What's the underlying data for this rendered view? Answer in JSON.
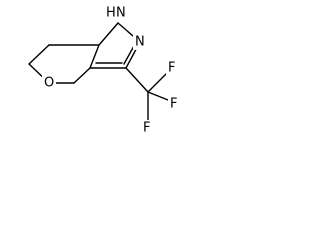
{
  "molecule": {
    "atoms": {
      "nh": "N",
      "nh_h": "H",
      "n2": "N",
      "o": "O",
      "f1": "F",
      "f2": "F",
      "f3": "F"
    },
    "colors": {
      "bond": "#000000",
      "label": "#000000",
      "background": "#ffffff"
    }
  }
}
